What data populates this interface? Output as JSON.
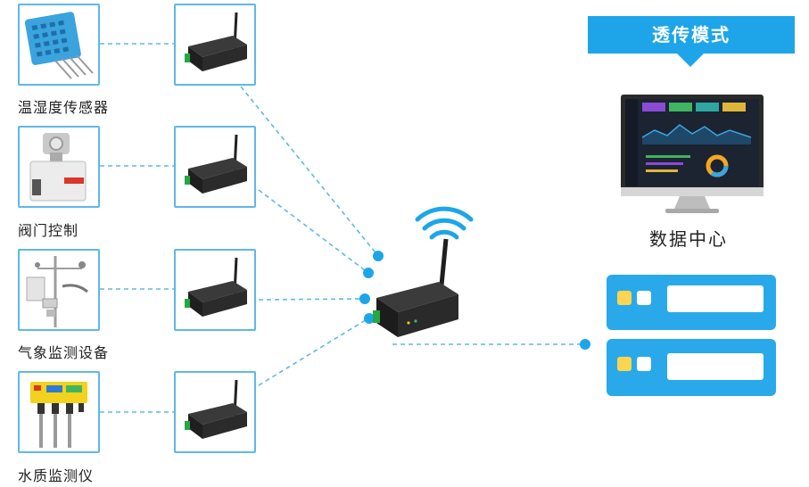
{
  "mode_title": "透传模式",
  "data_center_label": "数据中心",
  "devices": [
    {
      "label": "温湿度传感器",
      "icon": "temperature-humidity-sensor-icon"
    },
    {
      "label": "阀门控制",
      "icon": "valve-actuator-icon"
    },
    {
      "label": "气象监测设备",
      "icon": "weather-station-icon"
    },
    {
      "label": "水质监测仪",
      "icon": "water-quality-probe-icon"
    }
  ],
  "colors": {
    "accent": "#1ea5e9",
    "link_line": "#5fb8e8",
    "server": "#29a9ea",
    "server_light": "#ffd54f",
    "device_body": "#2b2b2b"
  }
}
